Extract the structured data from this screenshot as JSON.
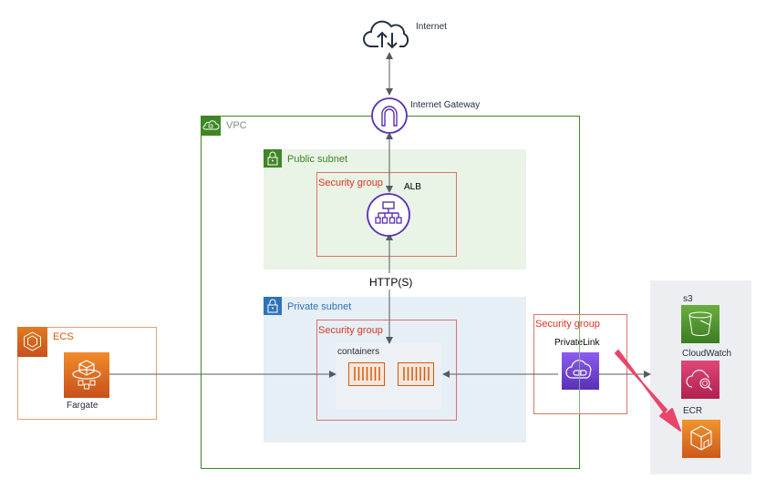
{
  "diagram": {
    "internet": {
      "label": "Internet",
      "icon": "cloud-upload-download-icon"
    },
    "internet_gateway": {
      "label": "Internet Gateway",
      "icon": "internet-gateway-icon"
    },
    "vpc": {
      "label": "VPC",
      "icon": "vpc-cloud-lock-icon",
      "color": "#3f8624"
    },
    "public_subnet": {
      "label": "Public subnet",
      "icon": "lock-icon",
      "color": "#3f8624",
      "fill": "#e9f3e6"
    },
    "private_subnet": {
      "label": "Private subnet",
      "icon": "lock-icon",
      "color": "#2e73b8",
      "fill": "#e6eef6"
    },
    "security_groups": [
      {
        "label": "Security group",
        "context": "alb"
      },
      {
        "label": "Security group",
        "context": "containers"
      },
      {
        "label": "Security group",
        "context": "privatelink"
      }
    ],
    "security_group_color": "#dd3522",
    "alb": {
      "label": "ALB",
      "icon": "load-balancer-icon",
      "color": "#5a30b5"
    },
    "http_label": "HTTP(S)",
    "containers": {
      "label": "containers",
      "count": 2,
      "icon": "container-icon",
      "color": "#d45b07"
    },
    "ecs": {
      "label": "ECS",
      "icon": "ecs-icon",
      "color": "#d45b07"
    },
    "fargate": {
      "label": "Fargate",
      "icon": "fargate-icon"
    },
    "privatelink": {
      "label": "PrivateLink",
      "icon": "privatelink-icon",
      "color": "#6b3fd4"
    },
    "services": [
      {
        "label": "s3",
        "icon": "s3-bucket-icon",
        "color": "#3f8624"
      },
      {
        "label": "CloudWatch",
        "icon": "cloudwatch-icon",
        "color": "#c7215d"
      },
      {
        "label": "ECR",
        "icon": "ecr-icon",
        "color": "#e07a1f"
      }
    ],
    "highlight_arrow_color": "#e8456b"
  }
}
